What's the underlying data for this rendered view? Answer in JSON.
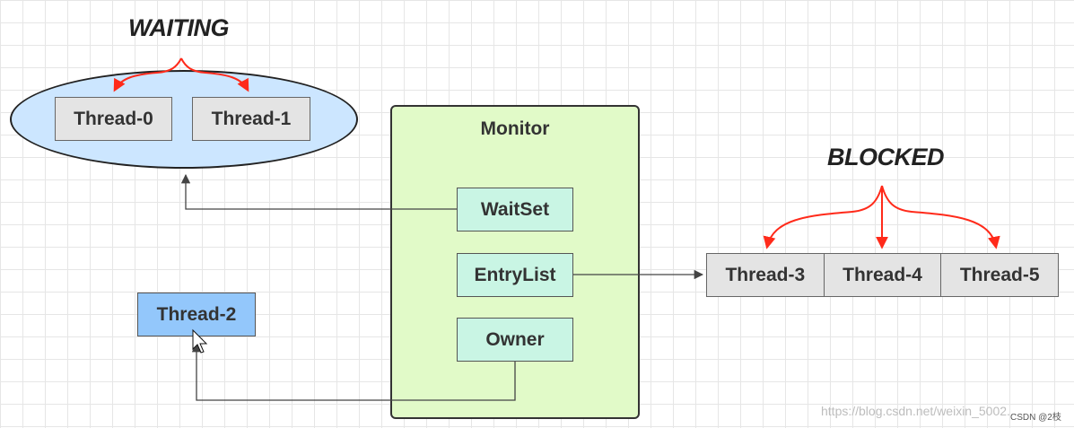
{
  "waiting": {
    "label": "WAITING",
    "threads": [
      "Thread-0",
      "Thread-1"
    ]
  },
  "monitor": {
    "title": "Monitor",
    "wait_set": "WaitSet",
    "entry_list": "EntryList",
    "owner": "Owner"
  },
  "blocked": {
    "label": "BLOCKED",
    "threads": [
      "Thread-3",
      "Thread-4",
      "Thread-5"
    ]
  },
  "owner_thread": "Thread-2",
  "watermark": "https://blog.csdn.net/weixin_5002...",
  "badge": "CSDN @2枝",
  "colors": {
    "red_arrow": "#ff2a1a",
    "connector": "#444444",
    "ellipse_fill": "#cce6ff",
    "monitor_fill": "#e1fac8",
    "teal_fill": "#c9f5e4",
    "thread2_fill": "#93c7fb",
    "gray_fill": "#e4e4e4"
  }
}
